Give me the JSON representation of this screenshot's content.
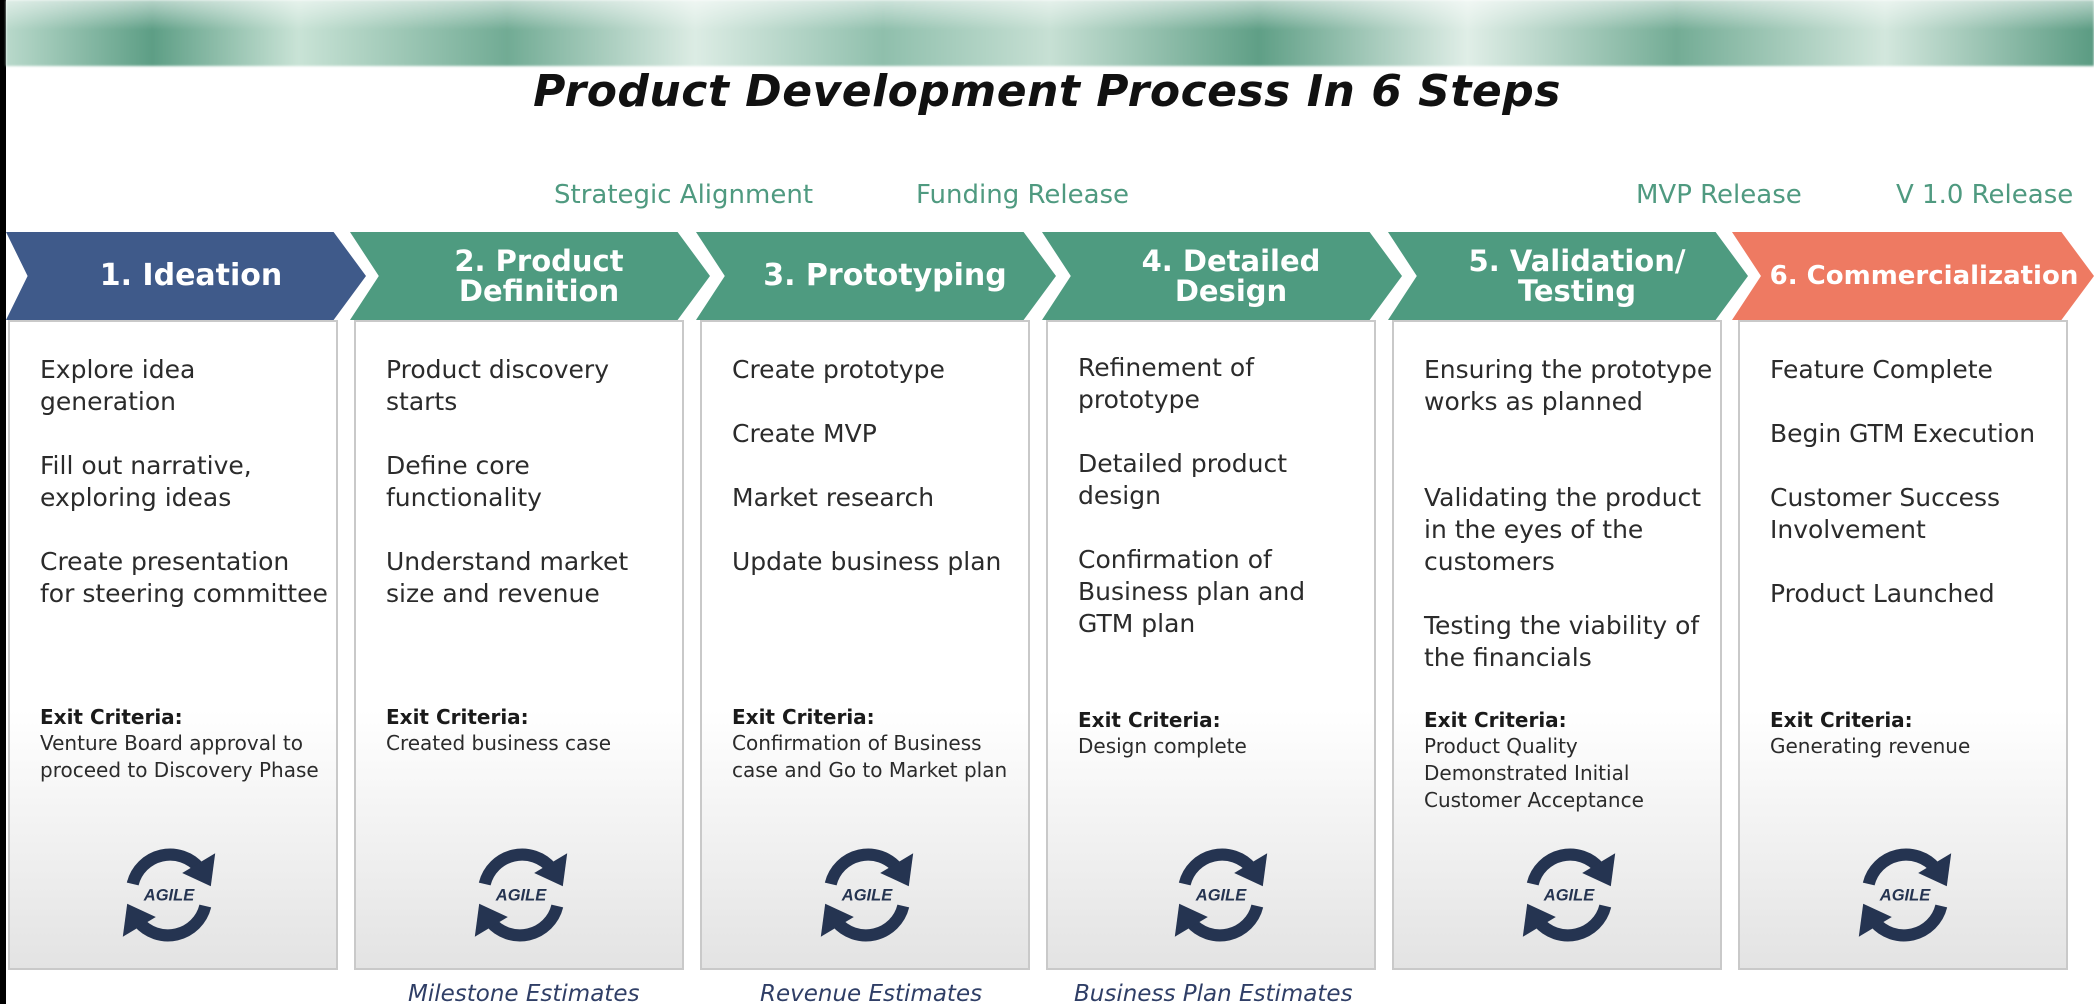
{
  "title": "Product Development Process In 6 Steps",
  "milestones": [
    "Strategic Alignment",
    "Funding Release",
    "MVP Release",
    "V 1.0 Release"
  ],
  "colors": {
    "ideation": "#3f5a8a",
    "teal": "#4e9b80",
    "commercialization": "#ee7a62",
    "milestone_text": "#4f9a80",
    "agile_icon": "#253451"
  },
  "steps": [
    {
      "label": "1. Ideation",
      "items": [
        "Explore idea generation",
        "Fill out narrative, exploring ideas",
        "Create presentation for steering committee"
      ],
      "exit_title": "Exit Criteria:",
      "exit_text": "Venture Board approval to proceed to Discovery Phase",
      "icon": "agile-cycle-icon",
      "icon_text": "AGILE"
    },
    {
      "label": "2. Product\nDefinition",
      "items": [
        "Product discovery starts",
        "Define core functionality",
        "Understand market size and revenue"
      ],
      "exit_title": "Exit Criteria:",
      "exit_text": "Created business case",
      "icon": "agile-cycle-icon",
      "icon_text": "AGILE"
    },
    {
      "label": "3.  Prototyping",
      "items": [
        "Create prototype",
        "Create MVP",
        "Market research",
        "Update business plan"
      ],
      "exit_title": "Exit Criteria:",
      "exit_text": "Confirmation of Business case and Go to Market plan",
      "icon": "agile-cycle-icon",
      "icon_text": "AGILE"
    },
    {
      "label": "4.  Detailed\nDesign",
      "items": [
        "Refinement of prototype",
        "Detailed product design",
        "Confirmation of Business plan and GTM plan"
      ],
      "exit_title": "Exit Criteria:",
      "exit_text": "Design complete",
      "icon": "agile-cycle-icon",
      "icon_text": "AGILE"
    },
    {
      "label": "5. Validation/\nTesting",
      "items": [
        "Ensuring the prototype works as planned",
        "Validating the product in the eyes of the customers",
        "Testing the viability of the financials"
      ],
      "exit_title": "Exit Criteria:",
      "exit_text": "Product Quality Demonstrated Initial Customer Acceptance",
      "icon": "agile-cycle-icon",
      "icon_text": "AGILE"
    },
    {
      "label": "6. Commercialization",
      "items": [
        "Feature Complete",
        "Begin GTM Execution",
        "Customer Success Involvement",
        "Product Launched"
      ],
      "exit_title": "Exit Criteria:",
      "exit_text": "Generating revenue",
      "icon": "agile-cycle-icon",
      "icon_text": "AGILE"
    }
  ],
  "footer_labels": [
    "Milestone Estimates",
    "Revenue Estimates",
    "Business Plan Estimates"
  ]
}
